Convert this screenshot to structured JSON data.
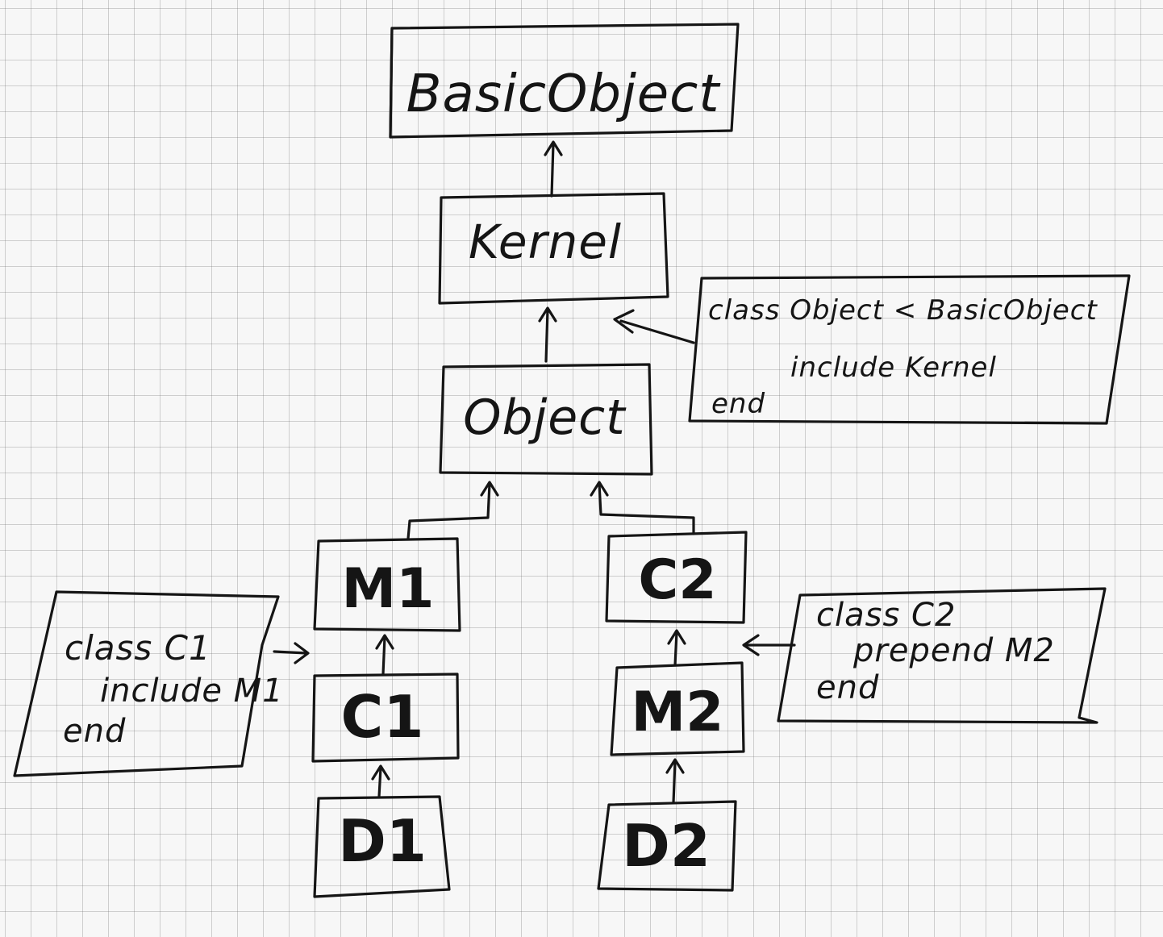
{
  "nodes": {
    "basic_object": "BasicObject",
    "kernel": "Kernel",
    "object": "Object",
    "m1": "M1",
    "c1": "C1",
    "d1": "D1",
    "c2": "C2",
    "m2": "M2",
    "d2": "D2"
  },
  "notes": {
    "object_note": {
      "line1": "class Object < BasicObject",
      "line2": "include Kernel",
      "line3": "end"
    },
    "c1_note": {
      "line1": "class C1",
      "line2": "include M1",
      "line3": "end"
    },
    "c2_note": {
      "line1": "class C2",
      "line2": "prepend M2",
      "line3": "end"
    }
  }
}
